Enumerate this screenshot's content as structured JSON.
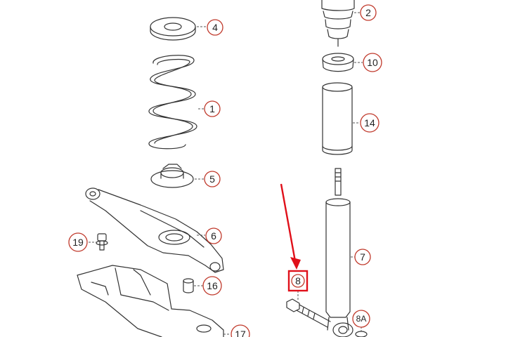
{
  "callouts": {
    "c1": "1",
    "c2": "2",
    "c4": "4",
    "c5": "5",
    "c6": "6",
    "c7": "7",
    "c8": "8",
    "c8a": "8A",
    "c10": "10",
    "c14": "14",
    "c16": "16",
    "c17": "17",
    "c19": "19"
  },
  "colors": {
    "line": "#333333",
    "callout_border": "#c0392b",
    "highlight": "#e0101a",
    "arrow": "#e0101a"
  },
  "highlighted_callout": "8"
}
